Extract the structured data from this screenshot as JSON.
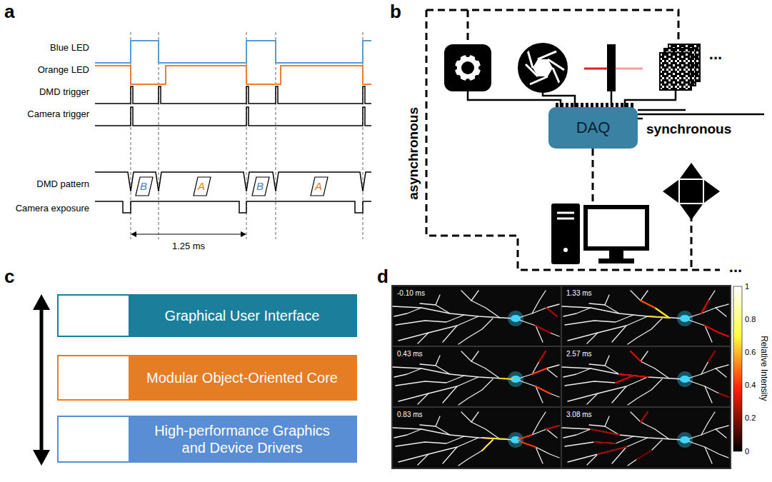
{
  "diagram": {
    "nodes": [
      {
        "text": [
          "B"
        ]
      },
      {
        "text": [
          "A"
        ]
      },
      {
        "text": [
          "B"
        ]
      },
      {
        "text": [
          "A"
        ]
      },
      {
        "text": [
          "DAQ"
        ]
      },
      {
        "text": [
          "Graphical User Interface"
        ]
      },
      {
        "text": [
          "Modular Object-Oriented Core"
        ]
      },
      {
        "text": [
          "High-performance Graphics and Device Drivers"
        ]
      }
    ],
    "labels": [
      "a",
      "b",
      "c",
      "d",
      "Blue LED",
      "Orange LED",
      "DMD trigger",
      "Camera trigger",
      "DMD pattern",
      "Camera exposure",
      "1.25 ms",
      "synchronous",
      "asynchronous",
      "...",
      "...",
      "-0.10 ms",
      "0.43 ms",
      "0.83 ms",
      "1.33 ms",
      "2.57 ms",
      "3.08 ms",
      "1",
      "0.8",
      "0.6",
      "0.4",
      "0.2",
      "0",
      "Relative Intensity"
    ]
  }
}
